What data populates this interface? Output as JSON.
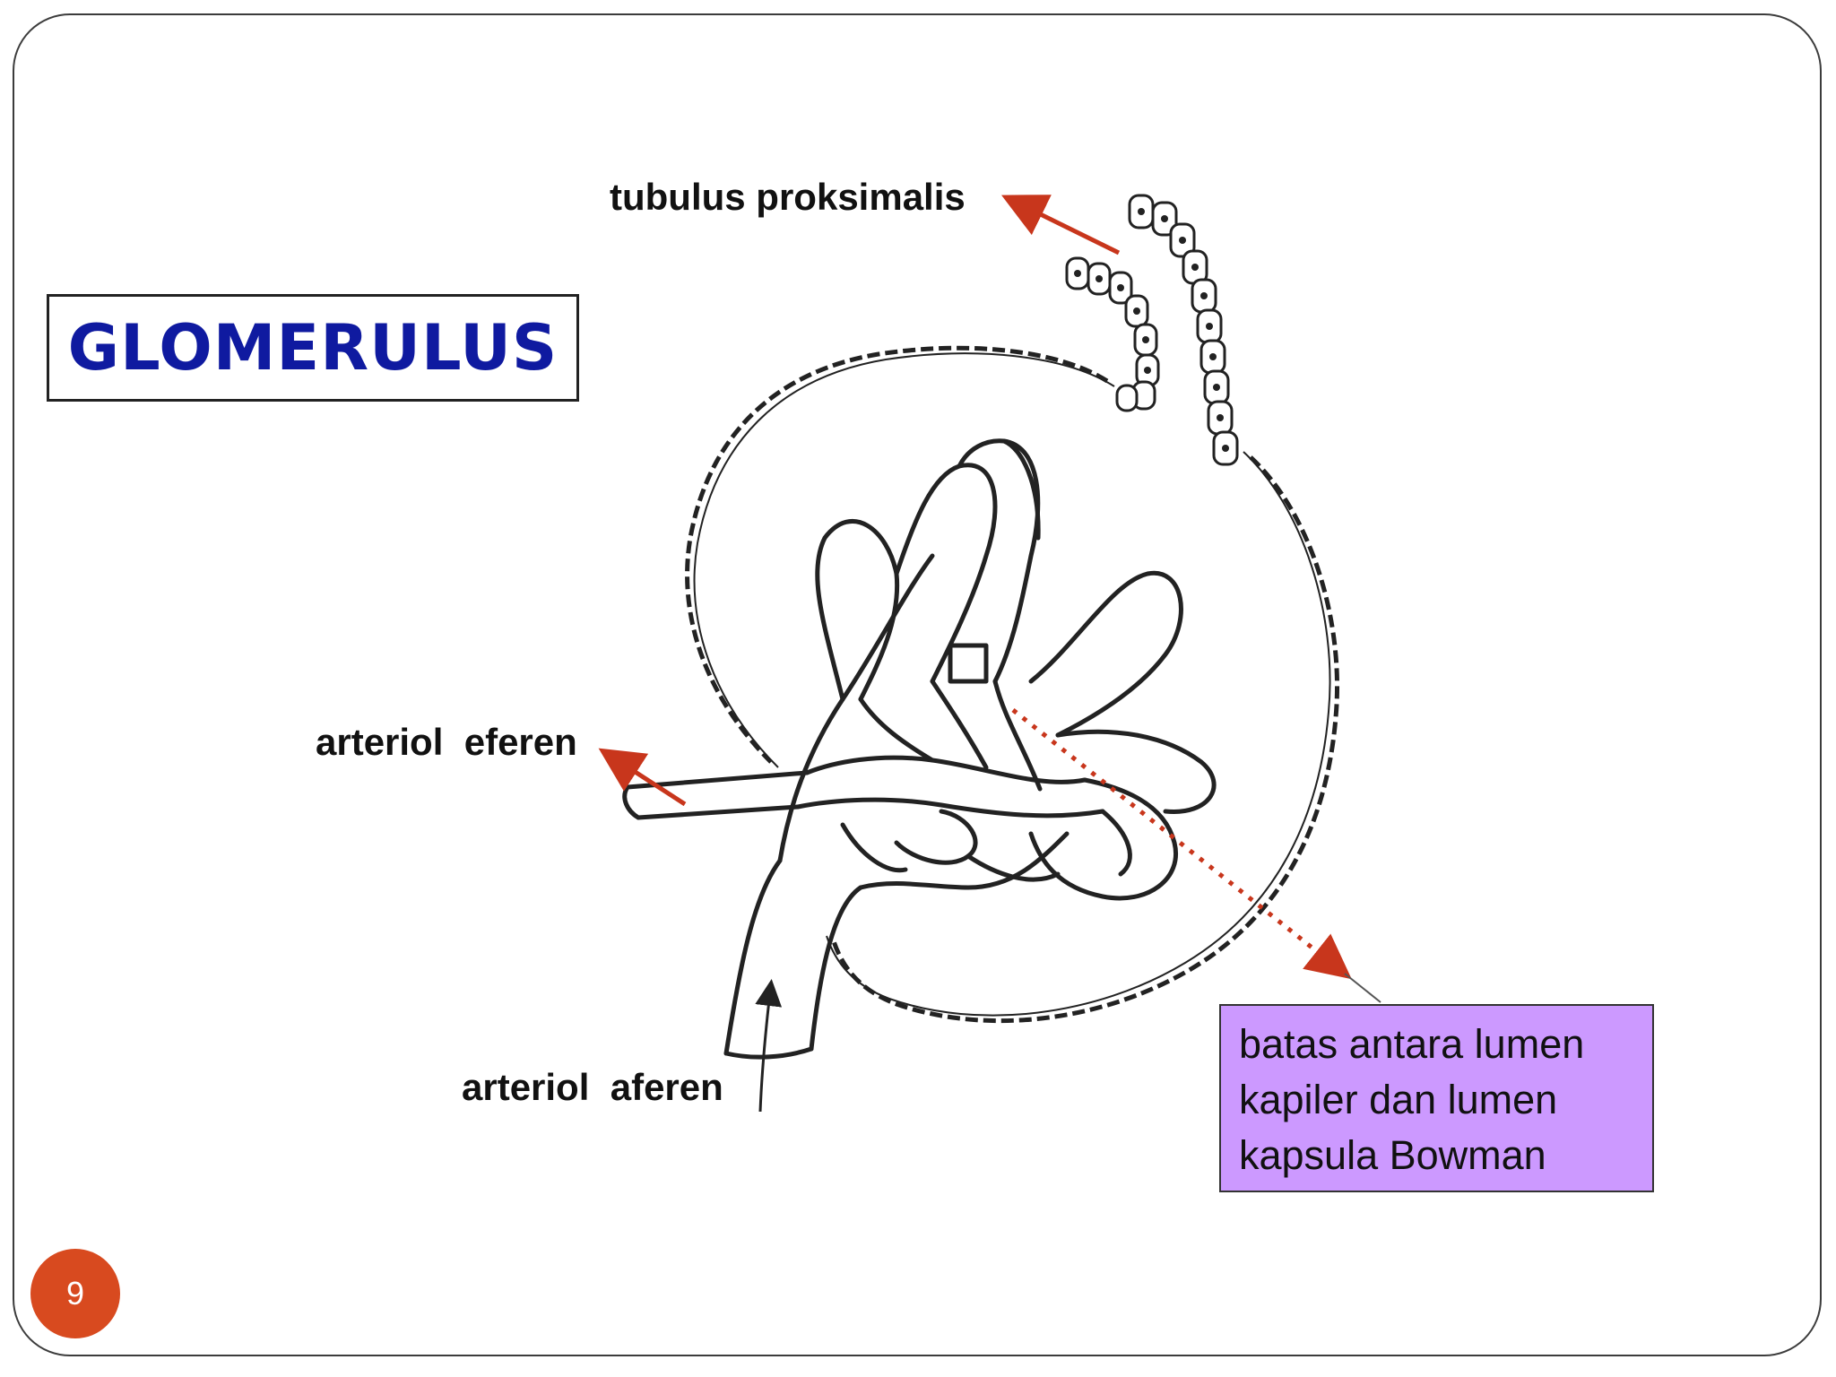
{
  "slide": {
    "title": "GLOMERULUS",
    "page_number": "9"
  },
  "labels": {
    "tubulus": "tubulus proksimalis",
    "eferen": "arteriol  eferen",
    "aferen": "arteriol  aferen"
  },
  "note": {
    "lines": [
      "batas antara lumen",
      "kapiler dan lumen",
      "kapsula Bowman"
    ]
  },
  "colors": {
    "title": "#0f1aa0",
    "arrow": "#c8361c",
    "note_background": "#cc99ff",
    "page_badge": "#d84a1f"
  }
}
